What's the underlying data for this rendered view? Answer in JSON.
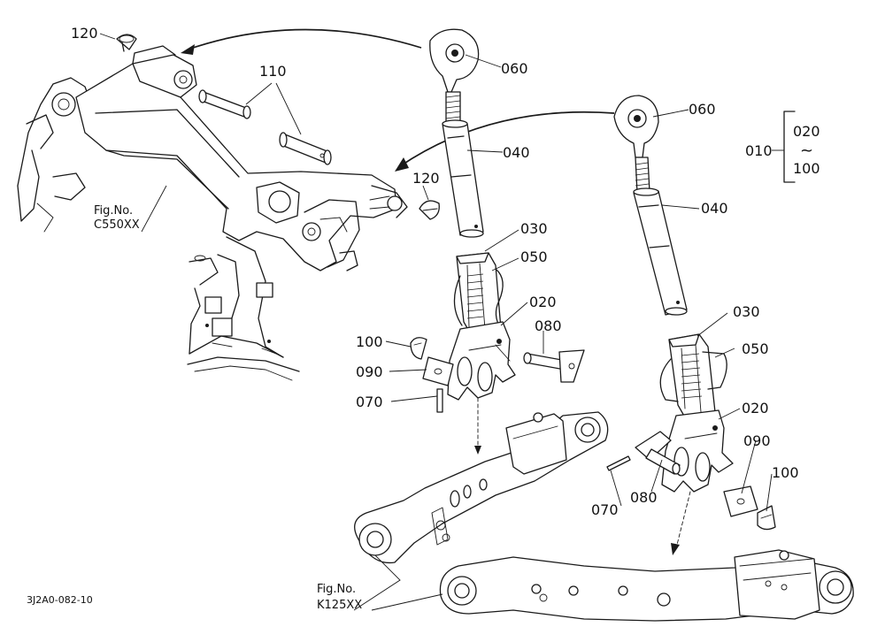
{
  "colors": {
    "ink": "#1a1a1a",
    "background": "#ffffff"
  },
  "figures": {
    "top": {
      "title": "Fig.No.",
      "code": "C550XX"
    },
    "bottom": {
      "title": "Fig.No.",
      "code": "K125XX"
    }
  },
  "drawing_code": "3J2A0-082-10",
  "range": {
    "from": "020",
    "to": "100",
    "symbol": "~",
    "group": "010"
  },
  "callouts": {
    "c120a": "120",
    "c110": "110",
    "c060a": "060",
    "c060b": "060",
    "c040a": "040",
    "c040b": "040",
    "c120b": "120",
    "c030a": "030",
    "c050a": "050",
    "c020a": "020",
    "c080a": "080",
    "c100a": "100",
    "c090a": "090",
    "c070a": "070",
    "c030b": "030",
    "c050b": "050",
    "c020b": "020",
    "c090b": "090",
    "c100b": "100",
    "c070b": "070",
    "c080b": "080"
  }
}
